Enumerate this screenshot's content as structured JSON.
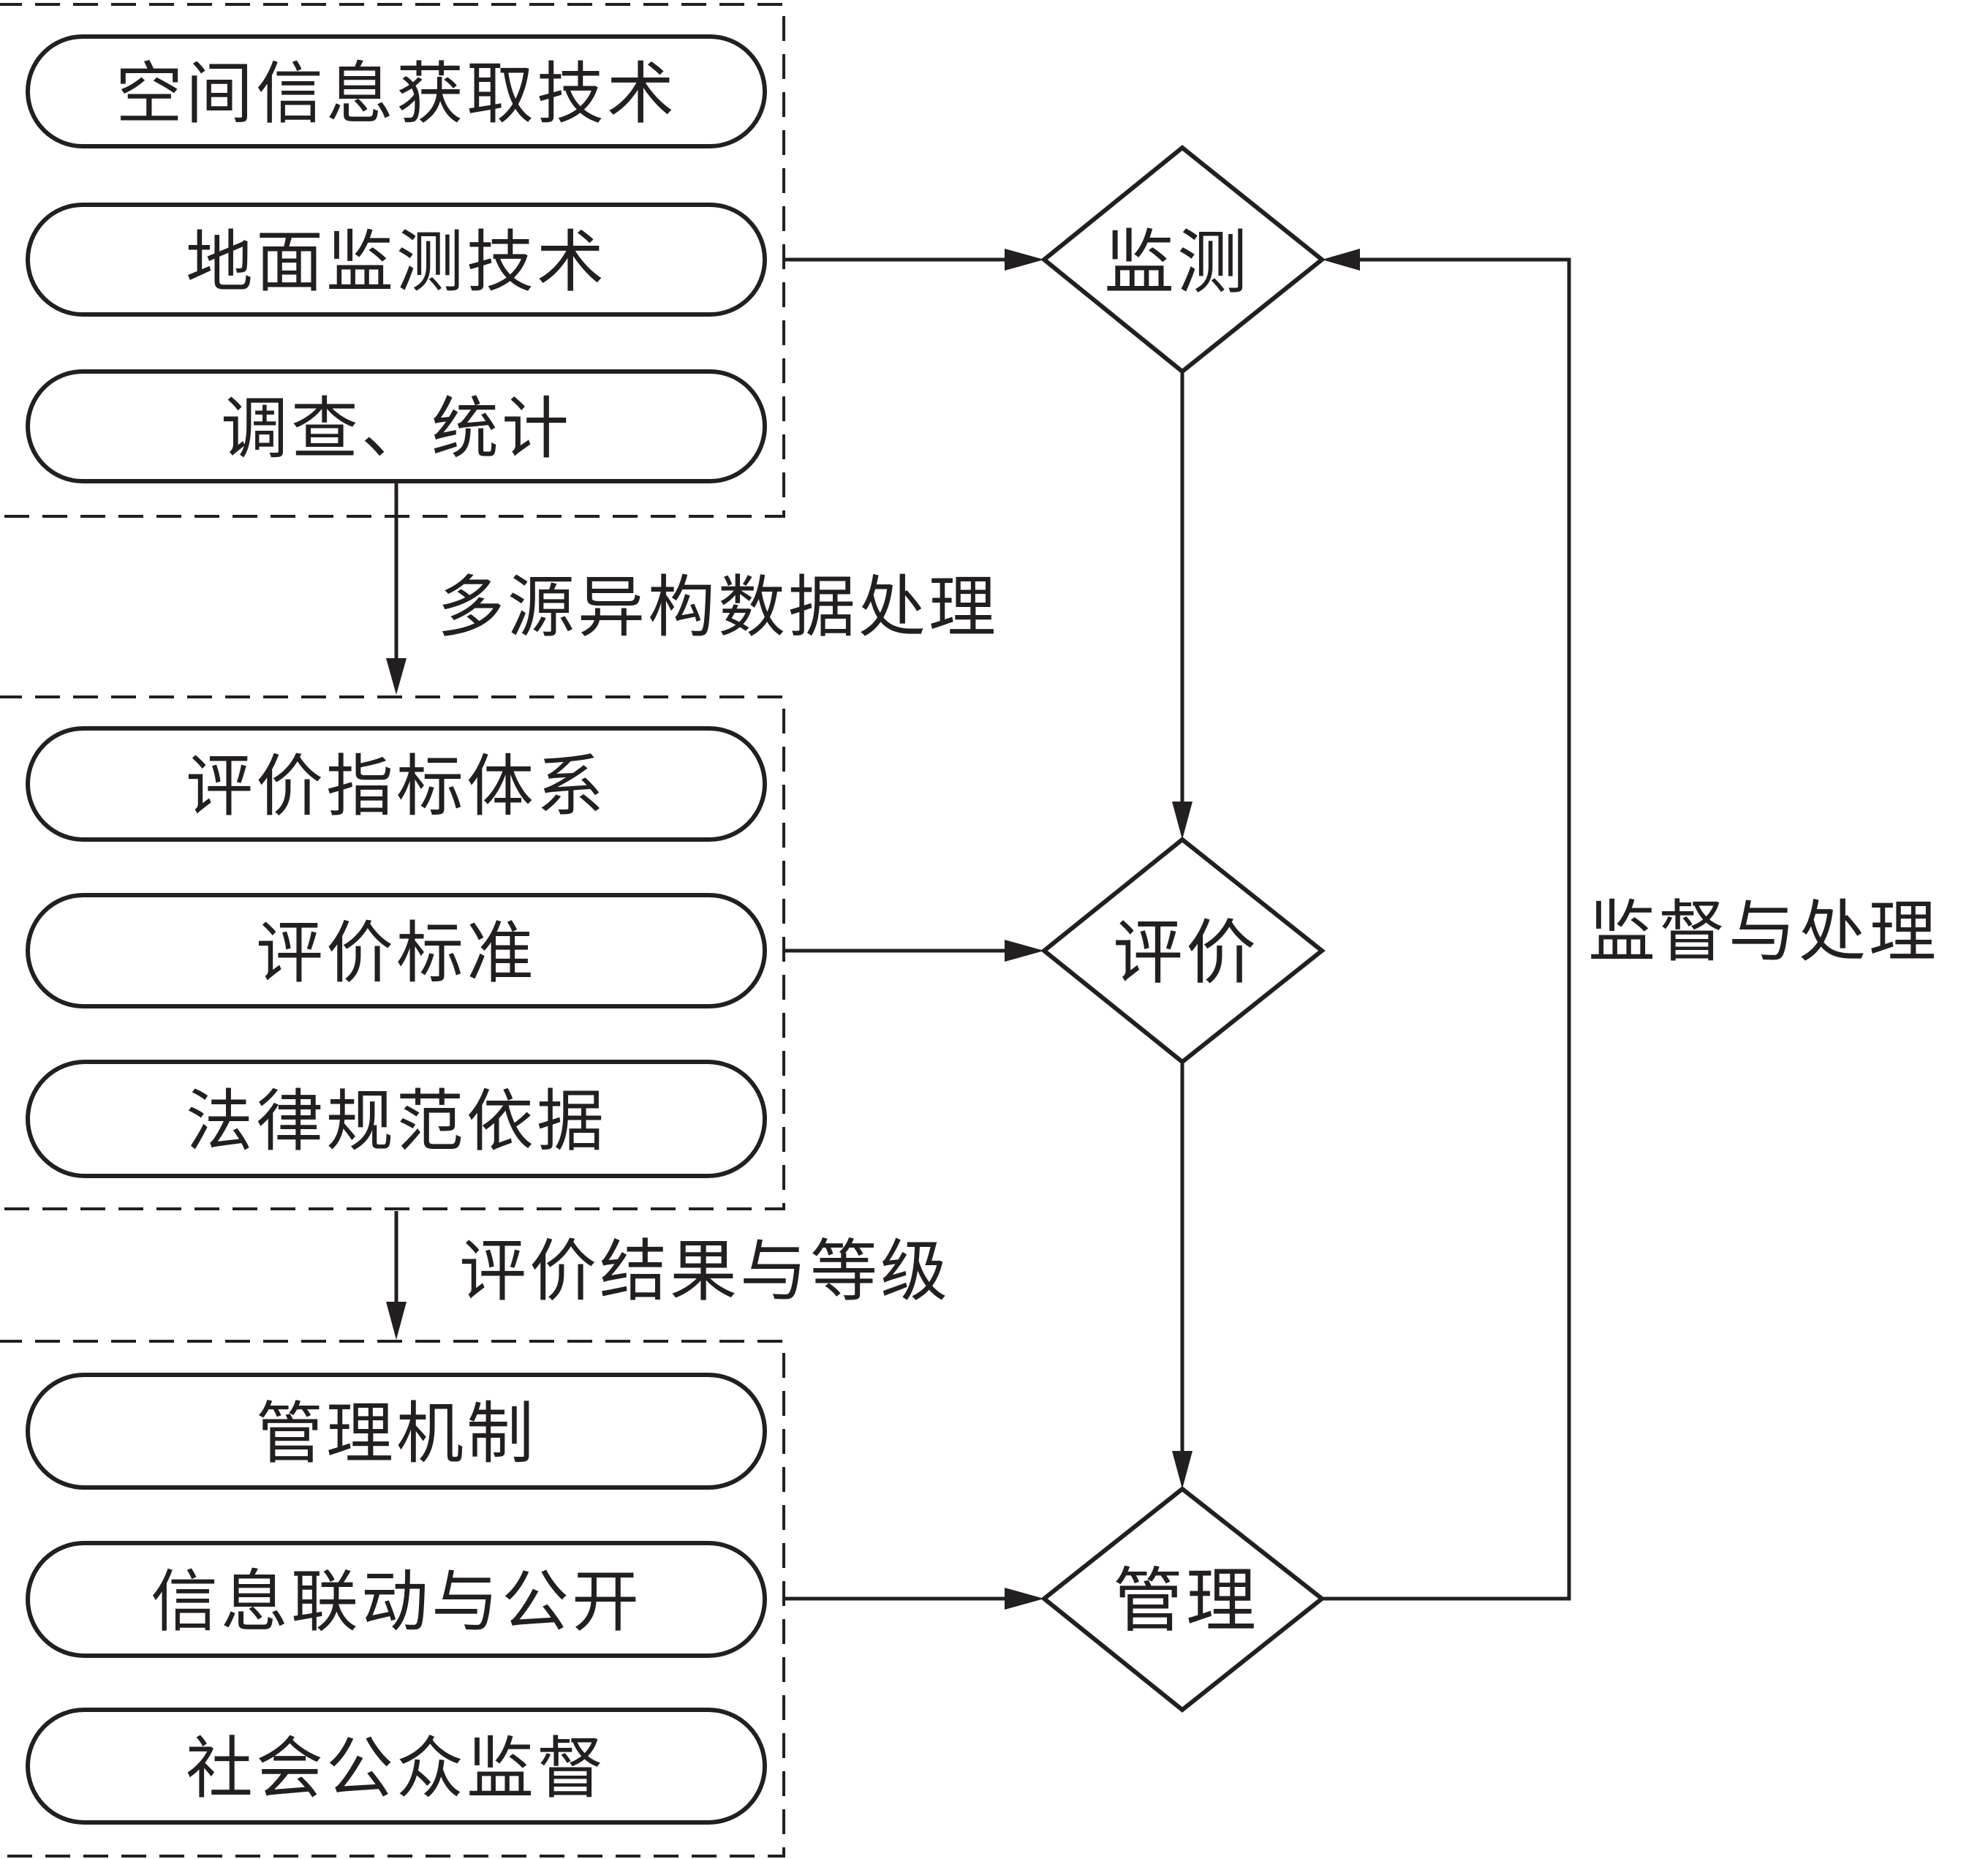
{
  "groups": [
    {
      "items": [
        "空间信息获取技术",
        "地面监测技术",
        "调查、统计"
      ]
    },
    {
      "items": [
        "评价指标体系",
        "评价标准",
        "法律规范依据"
      ]
    },
    {
      "items": [
        "管理机制",
        "信息联动与公开",
        "社会公众监督"
      ]
    }
  ],
  "decisions": {
    "monitor": "监测",
    "evaluate": "评价",
    "manage": "管理"
  },
  "edge_labels": {
    "processing": "多源异构数据处理",
    "results": "评价结果与等级",
    "feedback": "监督与处理"
  }
}
